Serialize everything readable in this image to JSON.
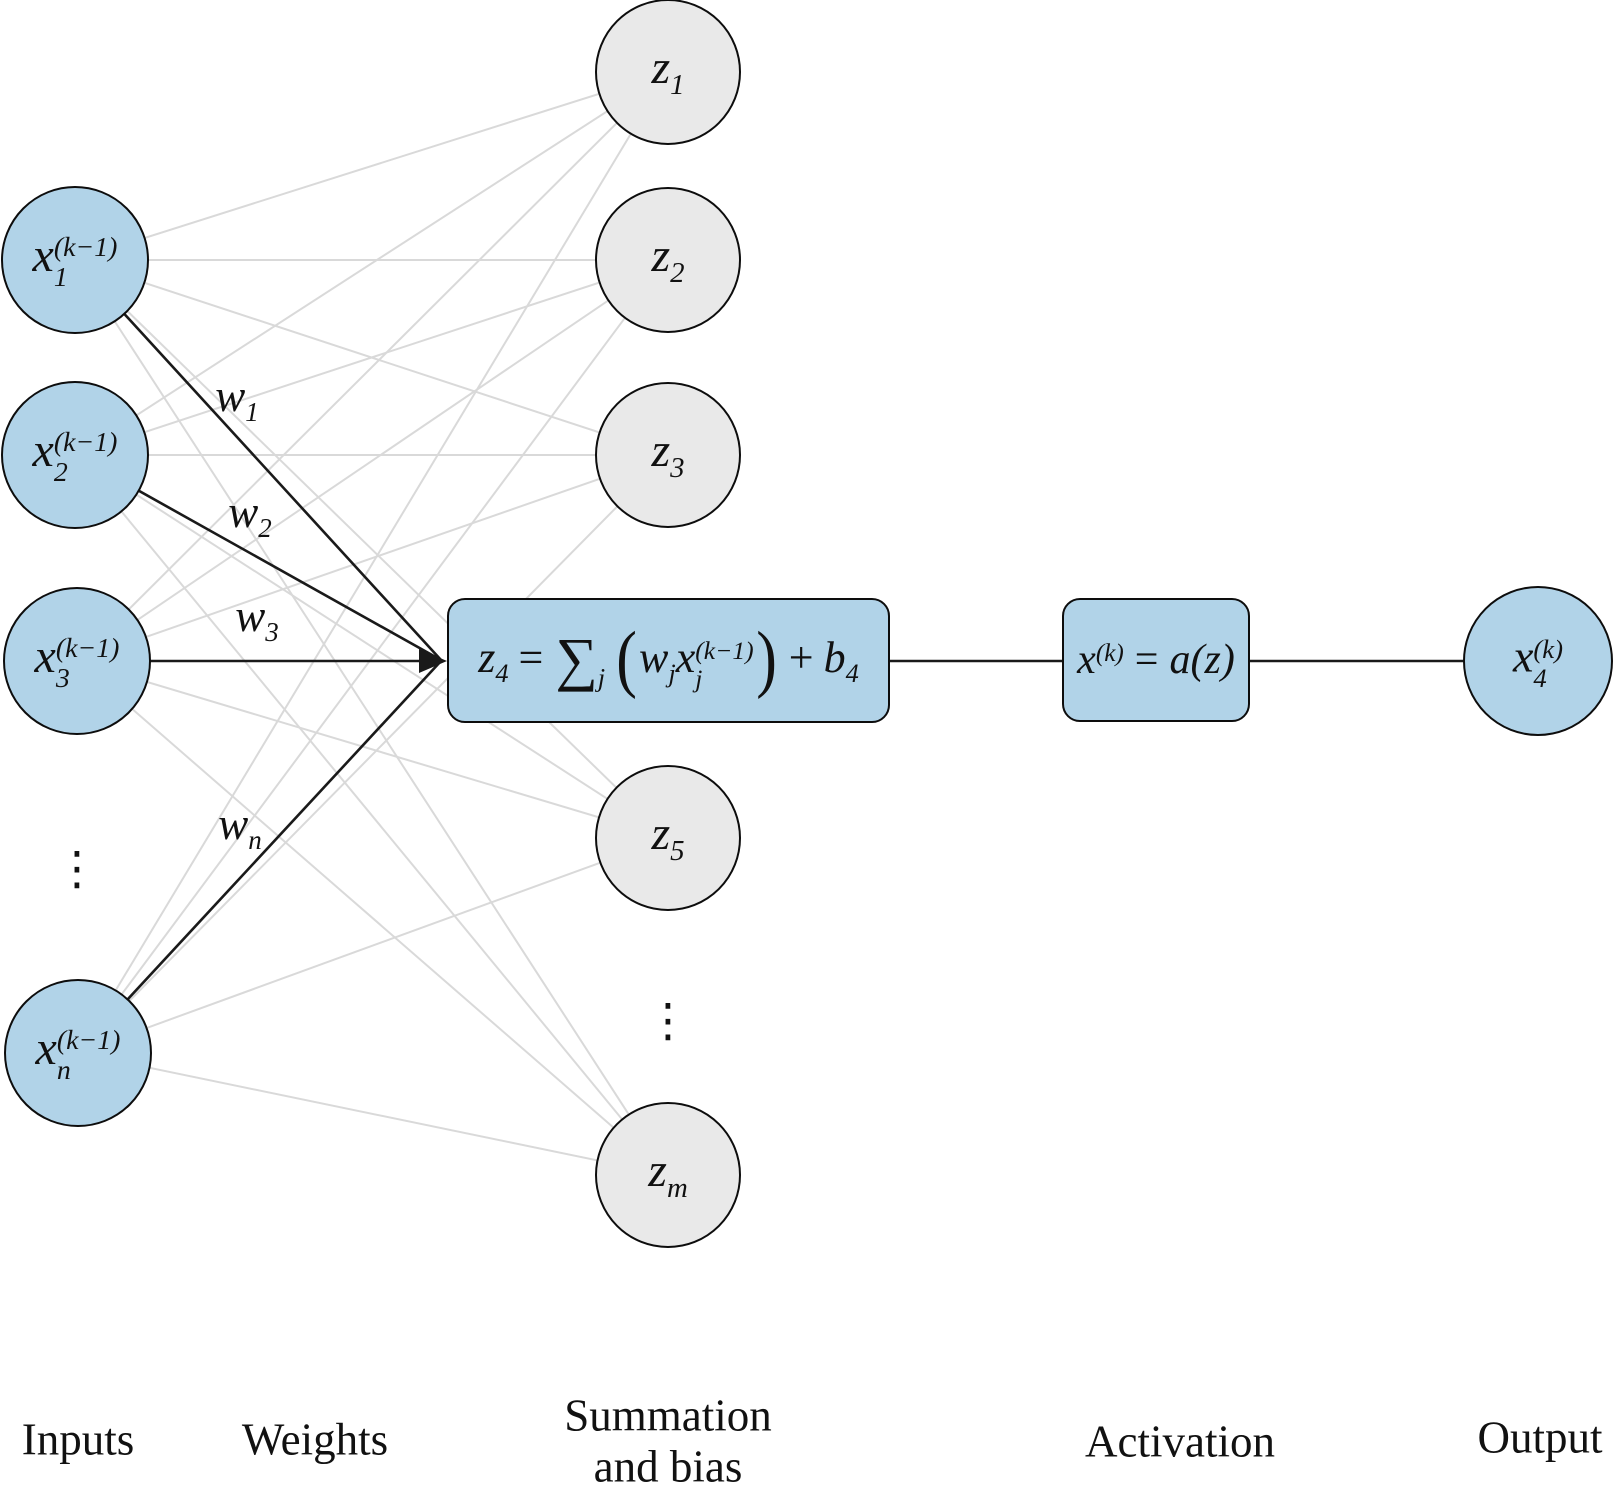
{
  "colors": {
    "node_blue": "#b1d3e8",
    "node_gray": "#e9e9e9",
    "edge_gray": "#d9d9d9",
    "edge_black": "#1a1a1a",
    "text": "#111111"
  },
  "input_nodes": [
    {
      "base": "x",
      "sup": "(k−1)",
      "sub": "1"
    },
    {
      "base": "x",
      "sup": "(k−1)",
      "sub": "2"
    },
    {
      "base": "x",
      "sup": "(k−1)",
      "sub": "3"
    },
    {
      "base": "x",
      "sup": "(k−1)",
      "sub": "n"
    }
  ],
  "input_ellipsis": "⋮",
  "z_nodes": [
    {
      "base": "z",
      "sub": "1"
    },
    {
      "base": "z",
      "sub": "2"
    },
    {
      "base": "z",
      "sub": "3"
    },
    {
      "base": "z",
      "sub": "5"
    },
    {
      "base": "z",
      "sub": "m"
    }
  ],
  "z_ellipsis": "⋮",
  "weight_labels": [
    {
      "base": "w",
      "sub": "1"
    },
    {
      "base": "w",
      "sub": "2"
    },
    {
      "base": "w",
      "sub": "3"
    },
    {
      "base": "w",
      "sub": "n"
    }
  ],
  "summation_box": {
    "lhs_base": "z",
    "lhs_sub": "4",
    "equals": "=",
    "sigma": "∑",
    "sigma_sub": "j",
    "open_paren": "(",
    "w_base": "w",
    "w_sub": "j",
    "x_base": "x",
    "x_sup": "(k−1)",
    "x_sub": "j",
    "close_paren": ")",
    "plus": "+",
    "b_base": "b",
    "b_sub": "4"
  },
  "activation_box": {
    "x_base": "x",
    "x_sup": "(k)",
    "equals": "=",
    "fn": "a(z)"
  },
  "output_node": {
    "base": "x",
    "sup": "(k)",
    "sub": "4"
  },
  "captions": {
    "inputs": "Inputs",
    "weights": "Weights",
    "summation_line1": "Summation",
    "summation_line2": "and bias",
    "activation": "Activation",
    "output": "Output"
  }
}
